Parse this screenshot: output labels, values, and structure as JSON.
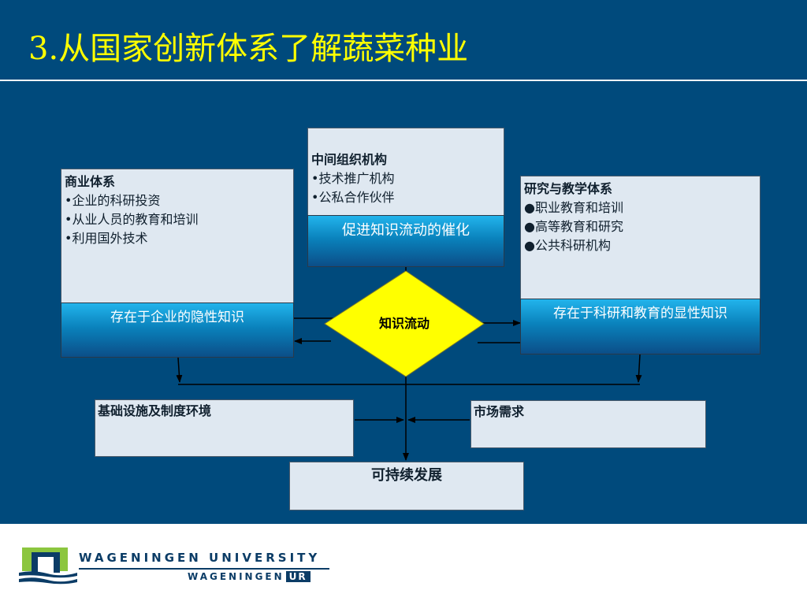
{
  "slide": {
    "title": "3.从国家创新体系了解蔬菜种业"
  },
  "diagram": {
    "business": {
      "heading": "商业体系",
      "items": [
        "企业的科研投资",
        "从业人员的教育和培训",
        "利用国外技术"
      ],
      "band": "存在于企业的隐性知识"
    },
    "intermediary": {
      "heading": "中间组织机构",
      "items": [
        "技术推广机构",
        "公私合作伙伴"
      ],
      "band": "促进知识流动的催化"
    },
    "research": {
      "heading": "研究与教学体系",
      "items": [
        "职业教育和培训",
        "高等教育和研究",
        "公共科研机构"
      ],
      "band": "存在于科研和教育的显性知识"
    },
    "flow": {
      "label": "知识流动"
    },
    "infrastructure": {
      "label": "基础设施及制度环境"
    },
    "market": {
      "label": "市场需求"
    },
    "sustainable": {
      "label": "可持续发展"
    },
    "colors": {
      "background": "#004a7c",
      "title": "#ffff00",
      "diamond": "#ffff00",
      "box": "#dfe8f1",
      "band_top": "#22b4ec",
      "band_bottom": "#0b4e88"
    }
  },
  "footer": {
    "university": "WAGENINGEN UNIVERSITY",
    "brand_prefix": "WAGENINGEN",
    "brand_suffix": "UR",
    "logo_icon": "wageningen-gate-logo-icon"
  }
}
